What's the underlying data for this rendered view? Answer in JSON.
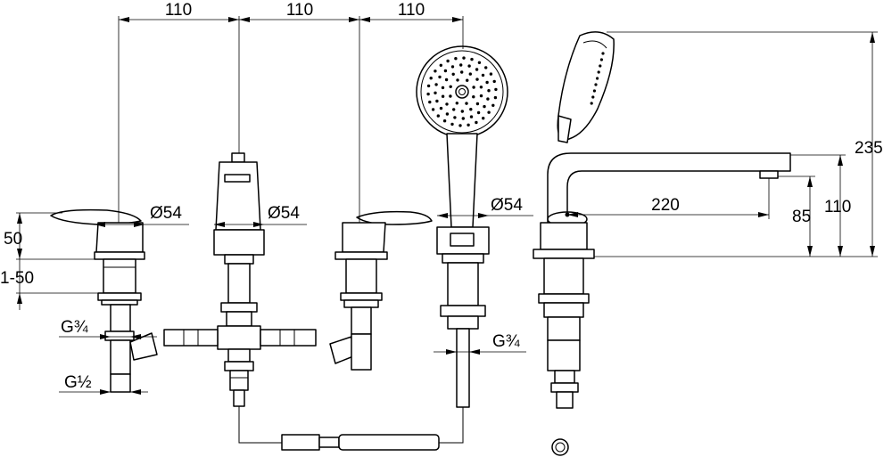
{
  "dimensions": {
    "spacing_1": "110",
    "spacing_2": "110",
    "spacing_3": "110",
    "height_right": "235",
    "spout_height": "110",
    "spout_outlet_height": "85",
    "spout_reach": "220",
    "diameter_left": "Ø54",
    "diameter_mid": "Ø54",
    "diameter_right": "Ø54",
    "handle_height": "50",
    "deck_thickness": "1-50",
    "thread_upper_left": "G¾",
    "thread_lower_left": "G½",
    "thread_right": "G¾"
  },
  "components": [
    "mixer-lever-left",
    "diverter-valve",
    "mixer-lever-right",
    "hand-shower",
    "bath-spout"
  ]
}
